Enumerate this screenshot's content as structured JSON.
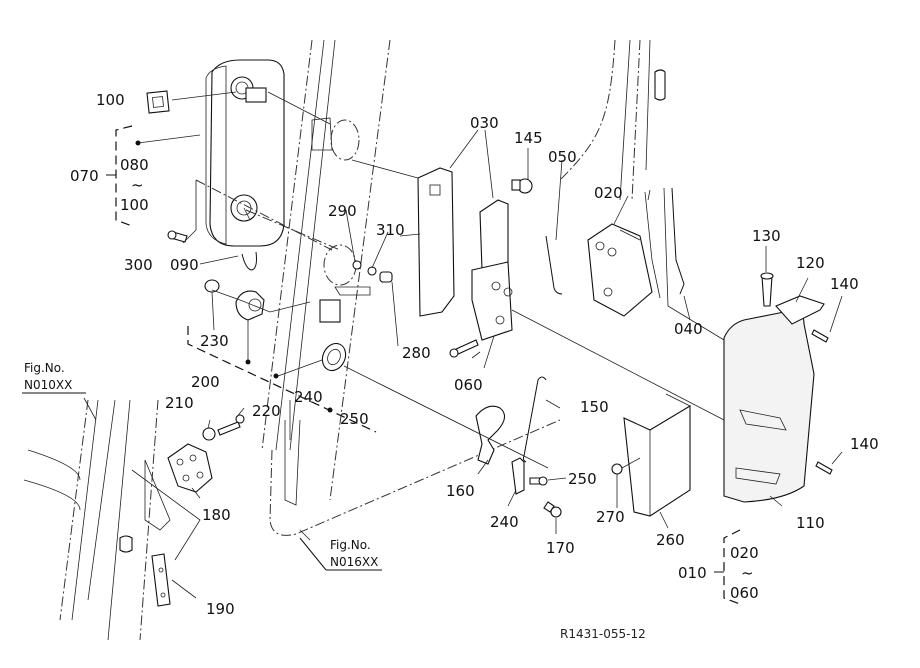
{
  "diagram": {
    "title": "Door lock assembly parts diagram",
    "reference_code": "R1431-055-12",
    "figure_refs": [
      {
        "label": "Fig.No.",
        "code": "N010XX"
      },
      {
        "label": "Fig.No.",
        "code": "N016XX"
      }
    ],
    "groups": [
      {
        "parent": "070",
        "range_from": "080",
        "range_sep": "~",
        "range_to": "100"
      },
      {
        "parent": "010",
        "range_from": "020",
        "range_sep": "~",
        "range_to": "060"
      }
    ],
    "parts": {
      "p100": "100",
      "p300": "300",
      "p090": "090",
      "p290": "290",
      "p310": "310",
      "p230": "230",
      "p280": "280",
      "p220": "220",
      "p240a": "240",
      "p250a": "250",
      "p200": "200",
      "p210": "210",
      "p180": "180",
      "p190": "190",
      "p030": "030",
      "p145": "145",
      "p050": "050",
      "p020": "020",
      "p040": "040",
      "p060": "060",
      "p150": "150",
      "p160": "160",
      "p240b": "240",
      "p250b": "250",
      "p170": "170",
      "p270": "270",
      "p260": "260",
      "p130": "130",
      "p120": "120",
      "p140a": "140",
      "p140b": "140",
      "p110": "110"
    }
  }
}
